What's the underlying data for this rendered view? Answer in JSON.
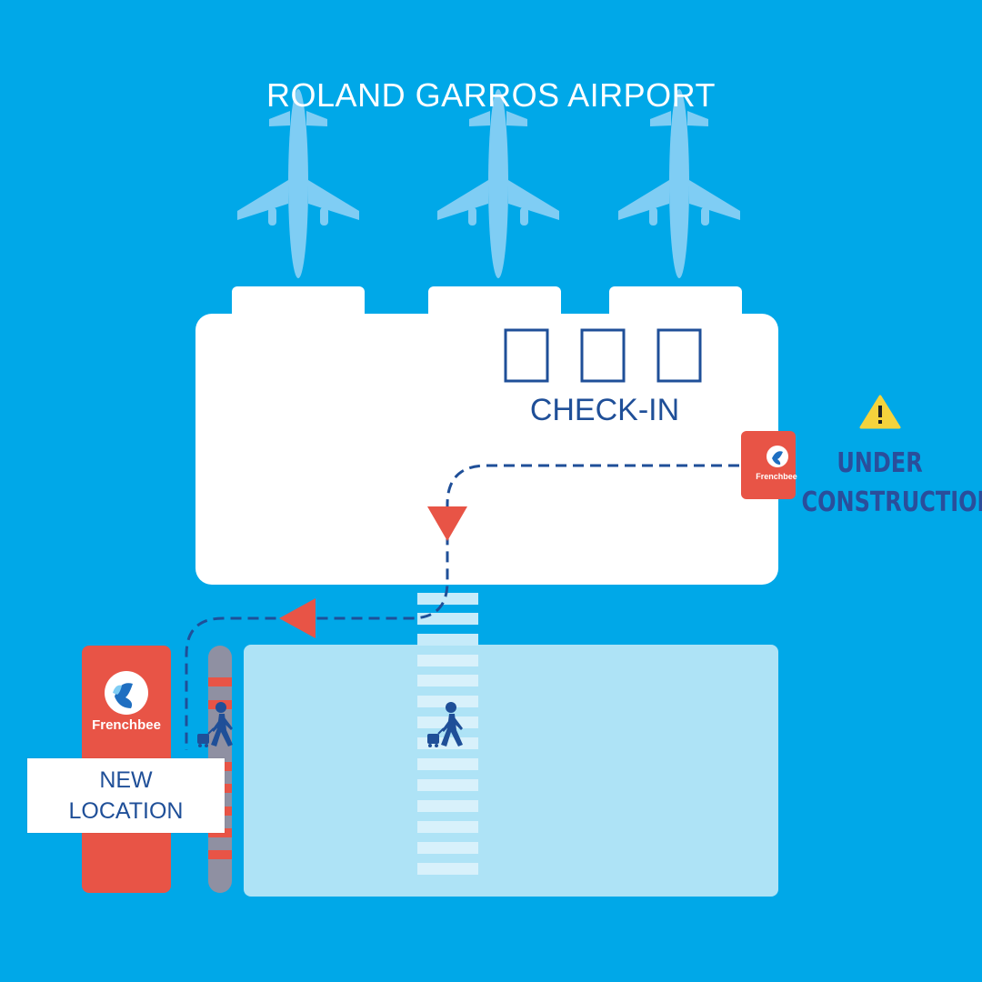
{
  "map": {
    "title": "ROLAND GARROS AIRPORT",
    "checkin_label": "CHECK-IN",
    "warning": {
      "line1": "UNDER",
      "line2": "CONSTRUCTION",
      "icon": "warning-icon"
    },
    "airline": {
      "brand": "Frenchbee",
      "icon": "butterfly-logo-icon"
    },
    "new_location": {
      "line1": "NEW",
      "line2": "LOCATION"
    },
    "colors": {
      "background": "#00a8e8",
      "plane": "#7fcdf4",
      "terminal": "#ffffff",
      "forecourt": "#aee3f6",
      "accent_red": "#e85446",
      "path_blue": "#1f4f98",
      "warning_yellow": "#f5d33c"
    }
  }
}
